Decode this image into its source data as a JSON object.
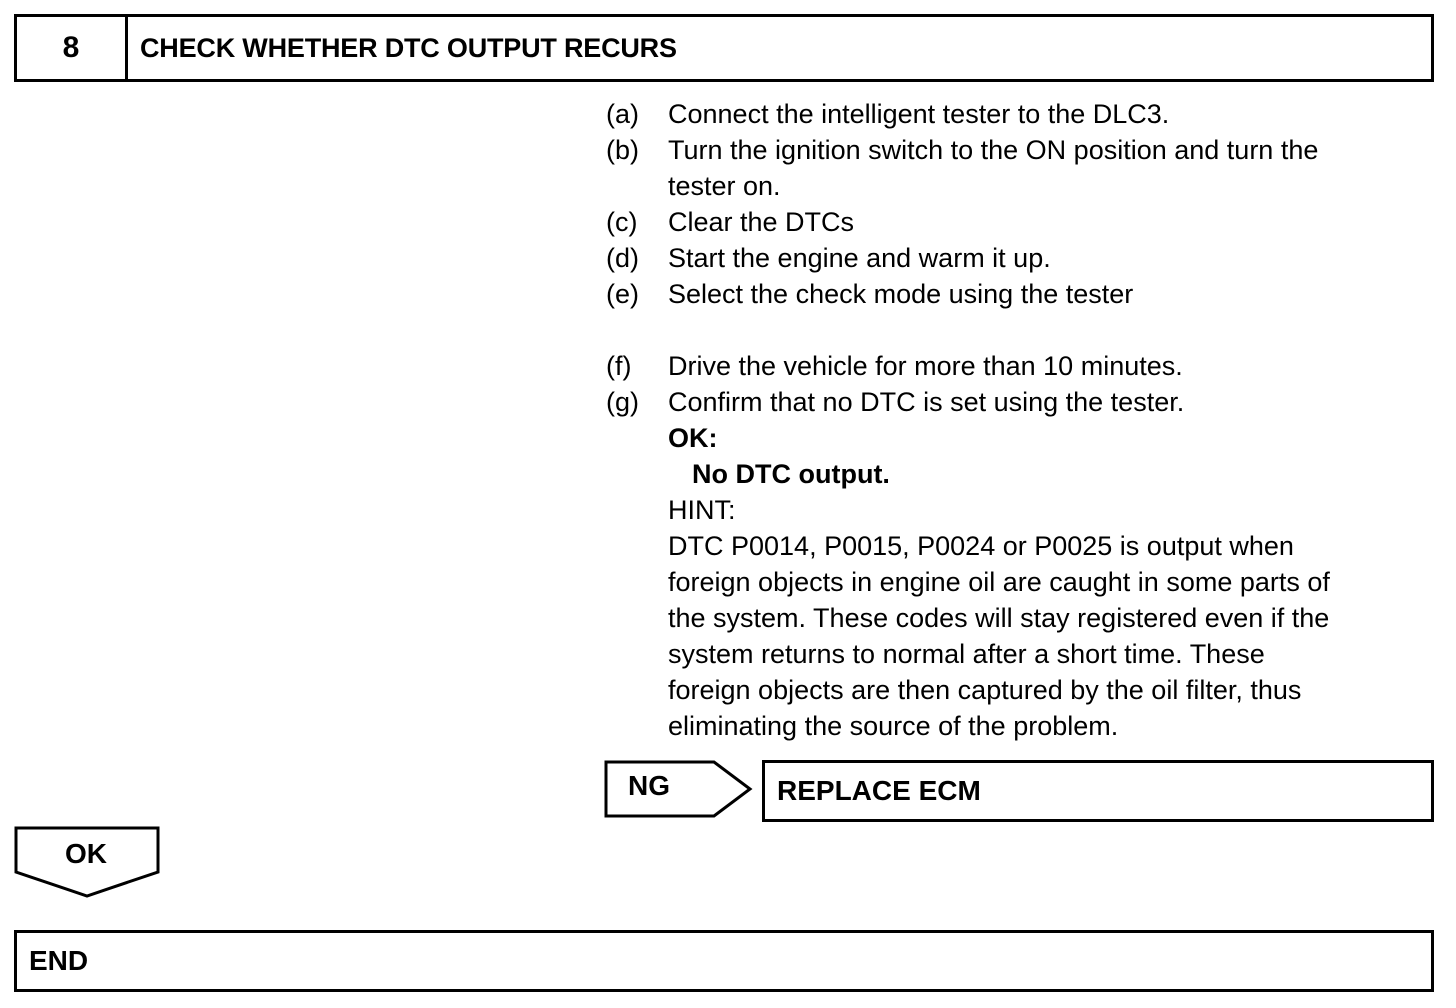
{
  "header": {
    "step_number": "8",
    "title": "CHECK WHETHER DTC OUTPUT RECURS"
  },
  "steps": [
    {
      "letter": "(a)",
      "text": "Connect the intelligent tester to the DLC3."
    },
    {
      "letter": "(b)",
      "text": "Turn the ignition switch to the ON position and turn the",
      "text2": "tester on."
    },
    {
      "letter": "(c)",
      "text": "Clear the DTCs"
    },
    {
      "letter": "(d)",
      "text": "Start the engine and warm it up."
    },
    {
      "letter": "(e)",
      "text": "Select the check mode using the tester"
    },
    {
      "letter": "(f)",
      "text": "Drive the vehicle for more than 10 minutes."
    },
    {
      "letter": "(g)",
      "text": "Confirm that no DTC is set using the tester."
    }
  ],
  "result": {
    "ok_label": "OK:",
    "ok_value": "No DTC output.",
    "hint_label": "HINT:",
    "hint_lines": [
      "DTC P0014, P0015, P0024 or P0025 is output when",
      "foreign objects in engine oil are caught in some parts of",
      "the system. These codes will stay registered even if the",
      "system returns to normal after a short time. These",
      "foreign objects are then captured by the oil filter, thus",
      "eliminating the source of the problem."
    ]
  },
  "ng_branch": {
    "label": "NG",
    "action": "REPLACE ECM"
  },
  "ok_branch": {
    "label": "OK"
  },
  "end": {
    "label": "END"
  }
}
